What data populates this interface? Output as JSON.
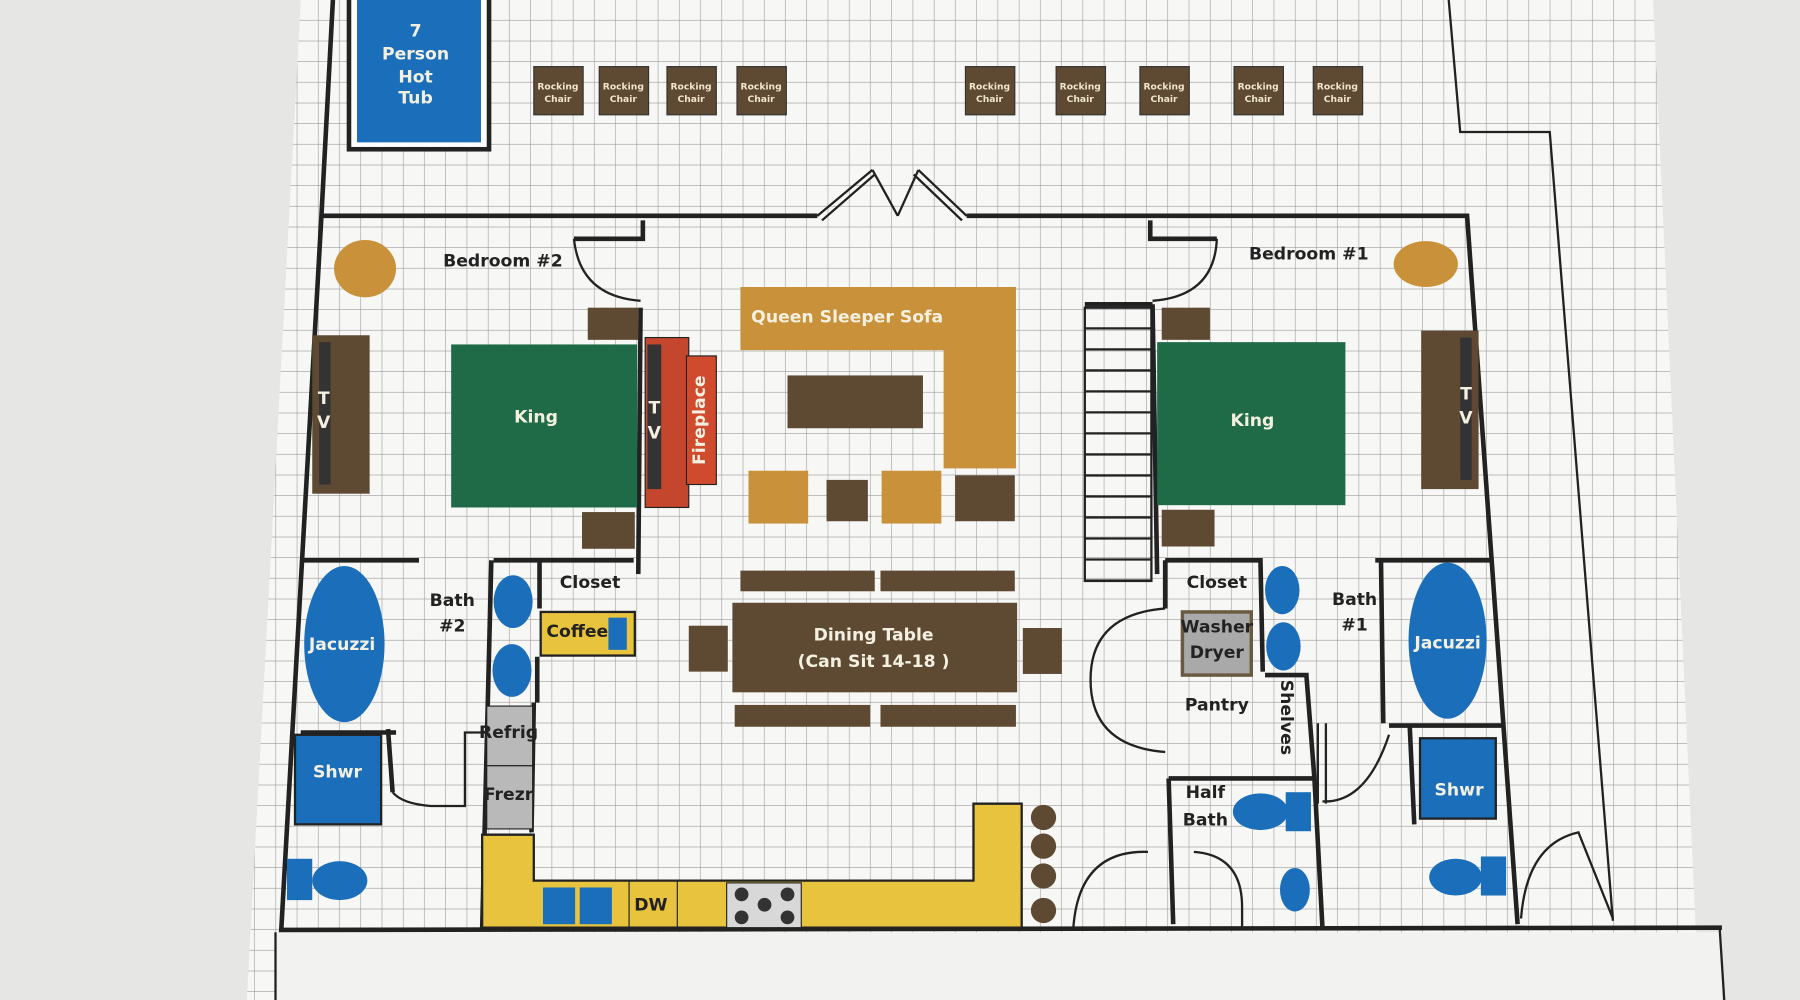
{
  "title": "Floor plan",
  "hot_tub": {
    "lines": [
      "7",
      "Person",
      "Hot",
      "Tub"
    ]
  },
  "rocking_chair": {
    "line1": "Rocking",
    "line2": "Chair",
    "count": 9
  },
  "rooms": {
    "bedroom2": "Bedroom #2",
    "bedroom1": "Bedroom #1",
    "bath2": [
      "Bath",
      "#2"
    ],
    "bath1": [
      "Bath",
      "#1"
    ],
    "half_bath": [
      "Half",
      "Bath"
    ],
    "pantry": "Pantry",
    "closet_left": "Closet",
    "closet_right": "Closet"
  },
  "furniture": {
    "sofa": "Queen Sleeper Sofa",
    "king_left": "King",
    "king_right": "King",
    "tv": [
      "T",
      "V"
    ],
    "fireplace": "Fireplace",
    "dining": [
      "Dining Table",
      "(Can Sit  14-18 )"
    ],
    "coffee": "Coffee",
    "refrig": "Refrig",
    "frezr": "Frezr",
    "dw": "DW",
    "washer_dryer": [
      "Washer",
      "Dryer"
    ],
    "shelves": "Shelves",
    "jacuzzi": "Jacuzzi",
    "shower": "Shwr"
  },
  "colors": {
    "blue": "#1b6fba",
    "green": "#1f6b47",
    "brown": "#5e4a33",
    "tan": "#c8913a",
    "yellow": "#e8c33e",
    "red": "#c4472d",
    "gray": "#b9b9b9"
  }
}
